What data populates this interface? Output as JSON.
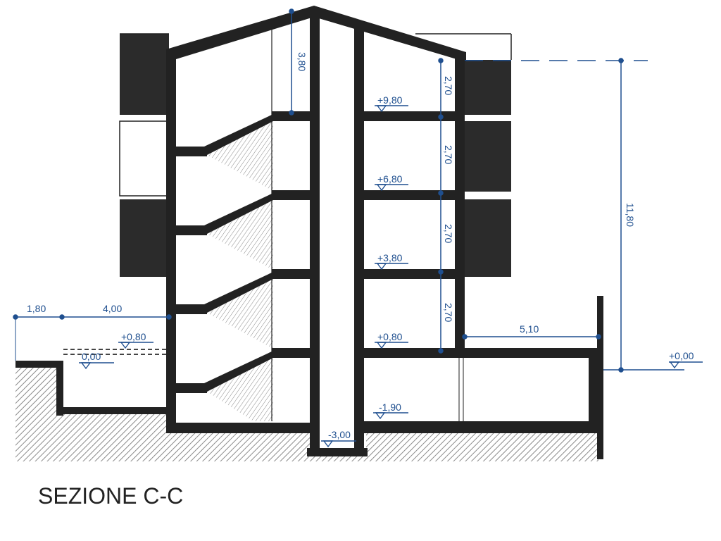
{
  "title": "SEZIONE C-C",
  "colors": {
    "wall": "#222222",
    "dimension": "#1f4f8f",
    "ground_hatch": "#8a8a8a"
  },
  "levels": {
    "l980": "+9,80",
    "l680": "+6,80",
    "l380": "+3,80",
    "l080_right": "+0,80",
    "l080_left": "+0,80",
    "l000_left": "0,00",
    "l000_right": "+0,00",
    "lm190": "-1,90",
    "lm300": "-3,00"
  },
  "dimensions": {
    "left_180": "1,80",
    "left_400": "4,00",
    "right_510": "5,10",
    "shaft_380": "3,80",
    "floor_270_a": "2,70",
    "floor_270_b": "2,70",
    "floor_270_c": "2,70",
    "floor_270_d": "2,70",
    "total_1180": "11,80"
  }
}
